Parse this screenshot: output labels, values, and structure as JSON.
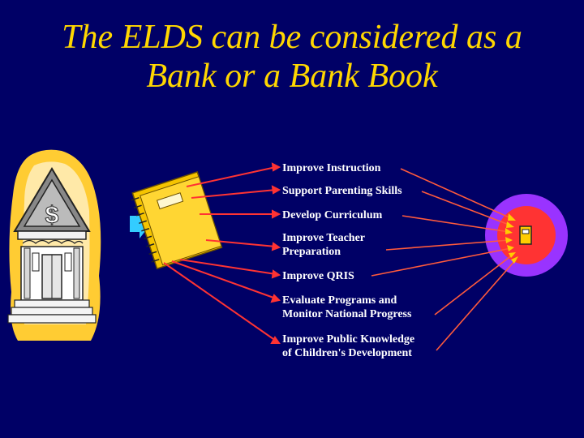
{
  "title": {
    "line1": "The ELDS can be considered as a",
    "line2": "Bank or a Bank Book"
  },
  "bank": {
    "symbol": "$"
  },
  "items": [
    {
      "line1": "Improve Instruction",
      "line2": ""
    },
    {
      "line1": "Support Parenting Skills",
      "line2": ""
    },
    {
      "line1": "Develop Curriculum",
      "line2": ""
    },
    {
      "line1": "Improve Teacher",
      "line2": "Preparation"
    },
    {
      "line1": "Improve QRIS",
      "line2": ""
    },
    {
      "line1": "Evaluate Programs and",
      "line2": "Monitor National Progress"
    },
    {
      "line1": "Improve Public Knowledge",
      "line2": "of Children's Development"
    }
  ],
  "colors": {
    "background": "#000066",
    "title": "#ffd700",
    "arrow_left": "#ff3333",
    "arrow_right": "#ff5a3c",
    "target_outer": "#9933ff",
    "target_middle": "#ff3333",
    "notebook": "#ffcc00"
  }
}
